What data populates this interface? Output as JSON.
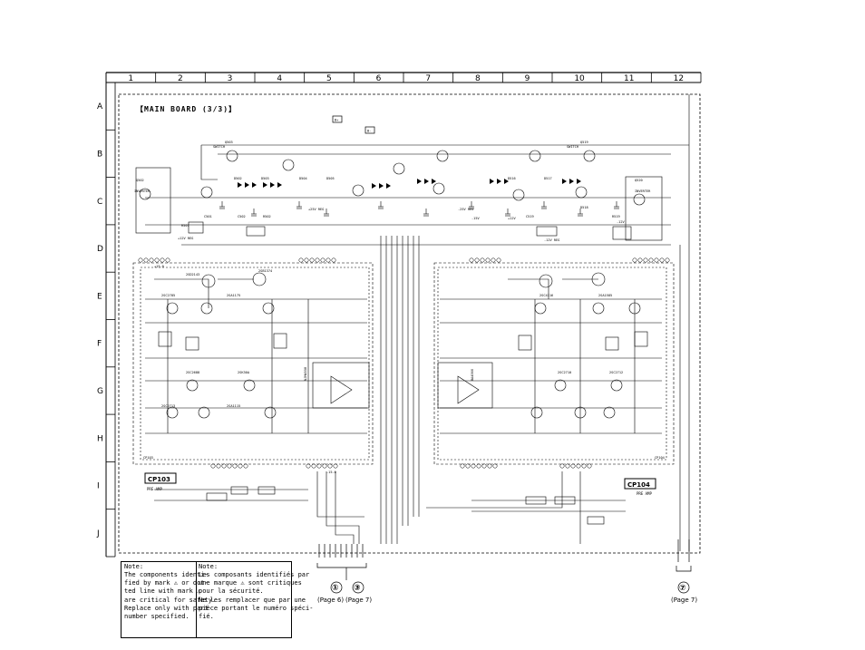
{
  "board": {
    "title": "【MAIN BOARD (3/3)】",
    "columns": [
      "1",
      "2",
      "3",
      "4",
      "5",
      "6",
      "7",
      "8",
      "9",
      "10",
      "11",
      "12"
    ],
    "rows": [
      "A",
      "B",
      "C",
      "D",
      "E",
      "F",
      "G",
      "H",
      "I",
      "J"
    ]
  },
  "blocks": {
    "left_label": "CP103",
    "left_sub": "PRE AMP",
    "right_label": "CP104",
    "right_sub": "PRE AMP",
    "left_inner": "CP103",
    "right_inner": "CP104"
  },
  "rails": {
    "b_plus": "B+",
    "b_minus": "B-",
    "voltages": [
      "+15.0",
      "-15.0",
      "+12V REG",
      "-12V REG",
      "+25V REG",
      "-25V REG",
      "+12V",
      "-12V",
      "-15V"
    ]
  },
  "components": {
    "transistors": [
      "2SC2785",
      "2SA1175",
      "2SD2143",
      "2SB1374",
      "2SC2713",
      "2SA1115",
      "2SK30A",
      "2SC2688",
      "2SC4116",
      "2SA1585",
      "2SC2710",
      "2SC2712"
    ],
    "ics": [
      "NJM4558",
      "BA4560"
    ],
    "labels_top_left": [
      "Q502",
      "Q503",
      "SWITCH",
      "INVERTER",
      "D502",
      "D503",
      "D504",
      "D505",
      "C501",
      "C502",
      "R501",
      "R502"
    ],
    "labels_top_right": [
      "Q519",
      "Q520",
      "SWITCH",
      "INVERTER",
      "D516",
      "D517",
      "D518",
      "C519",
      "R519"
    ]
  },
  "connectors": {
    "left_refs": [
      "①",
      "③"
    ],
    "left_pages": [
      "(Page 6)",
      "(Page 7)"
    ],
    "right_ref": "⑦",
    "right_page": "(Page 7)"
  },
  "note_en": {
    "heading": "Note:",
    "body": "The components identi-\nfied by mark ⚠ or dot-\nted line with mark ⚠\nare critical for safety.\nReplace only with part\nnumber specified."
  },
  "note_fr": {
    "heading": "Note:",
    "body": "Les composants identifiés par\nune marque ⚠ sont critiques\npour la sécurité.\nNe les remplacer que par une\npièce portant le numéro spéci-\nfié."
  },
  "colors": {
    "ink": "#000000",
    "paper": "#ffffff"
  }
}
